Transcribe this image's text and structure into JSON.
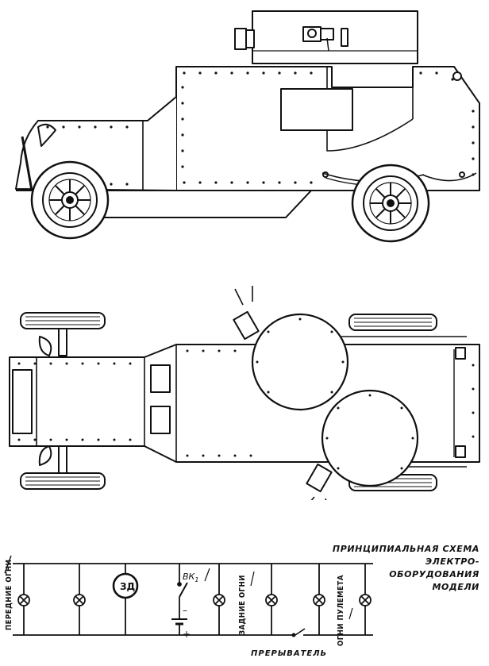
{
  "figure": {
    "scheme_title": "ПРИНЦИПИАЛЬНАЯ СХЕМА ЭЛЕКТРО-ОБОРУДОВАНИЯ МОДЕЛИ",
    "scheme_title_lines": [
      "ПРИНЦИПИАЛЬНАЯ СХЕМА ЭЛЕКТРО-",
      "ОБОРУДОВАНИЯ",
      "МОДЕЛИ"
    ],
    "labels": {
      "front_lights": "ПЕРЕДНИЕ ОГНИ",
      "rear_lights": "ЗАДНИЕ ОГНИ",
      "mg_lights": "ОГНИ ПУЛЕМЕТА",
      "motor": "ЗД",
      "switch": "ВК",
      "switch_sub": "1",
      "minus": "–",
      "plus": "+",
      "interrupter": "ПРЕРЫВАТЕЛЬ"
    }
  }
}
